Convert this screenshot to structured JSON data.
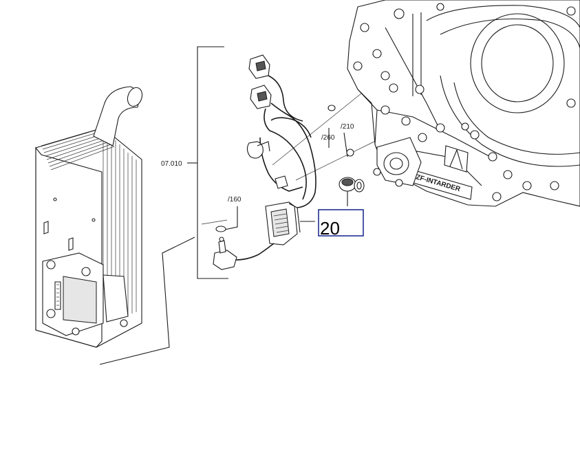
{
  "labels": {
    "group_ref": "07.010",
    "ref_160": "/160",
    "ref_260": "/260",
    "ref_210": "/210",
    "highlight_ref": "20",
    "housing_brand_text": "ZF-INTARDER"
  },
  "colors": {
    "line": "#1a1a1a",
    "highlight_box": "#1f2f8f",
    "background": "#ffffff"
  }
}
